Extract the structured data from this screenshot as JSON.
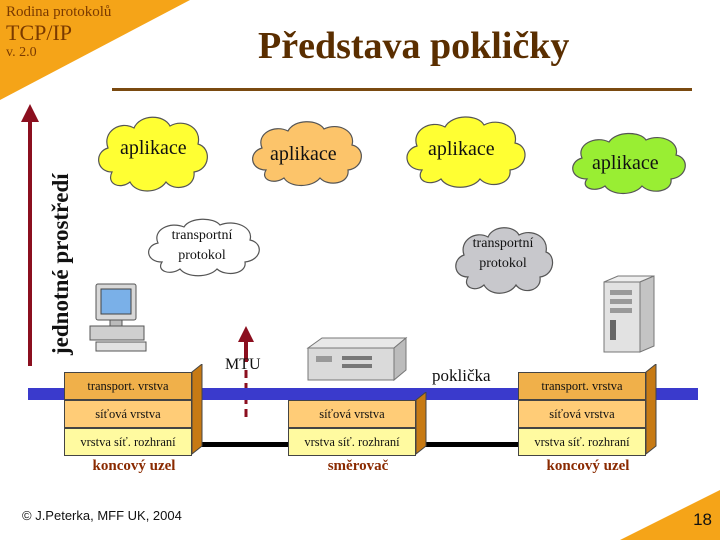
{
  "header": {
    "series": "Rodina protokolů",
    "topic": "TCP/IP",
    "version": "v. 2.0"
  },
  "title": "Představa pokličky",
  "vertical_label": "jednotné prostředí",
  "clouds": {
    "app1": "aplikace",
    "app2": "aplikace",
    "app3": "aplikace",
    "app4": "aplikace",
    "transport1_line1": "transportní",
    "transport1_line2": "protokol",
    "transport2_line1": "transportní",
    "transport2_line2": "protokol"
  },
  "labels": {
    "mtu": "MTU",
    "lid": "poklička"
  },
  "nodes": {
    "left": {
      "transport": "transport. vrstva",
      "network": "síťová vrstva",
      "interface": "vrstva síť. rozhraní",
      "caption": "koncový uzel"
    },
    "router": {
      "network": "síťová vrstva",
      "interface": "vrstva síť. rozhraní",
      "caption": "směrovač"
    },
    "right": {
      "transport": "transport. vrstva",
      "network": "síťová vrstva",
      "interface": "vrstva síť. rozhraní",
      "caption": "koncový uzel"
    }
  },
  "footer": {
    "copyright": "© J.Peterka, MFF UK, 2004",
    "page": "18"
  },
  "colors": {
    "accent": "#f5a418",
    "title": "#5a2e00",
    "bus": "#3a3acc",
    "arrow": "#8b0f1f",
    "cloud_yellow": "#ffff33",
    "cloud_orange": "#fcc46a",
    "cloud_green": "#99ee33",
    "cloud_gray": "#c8c8cc"
  }
}
